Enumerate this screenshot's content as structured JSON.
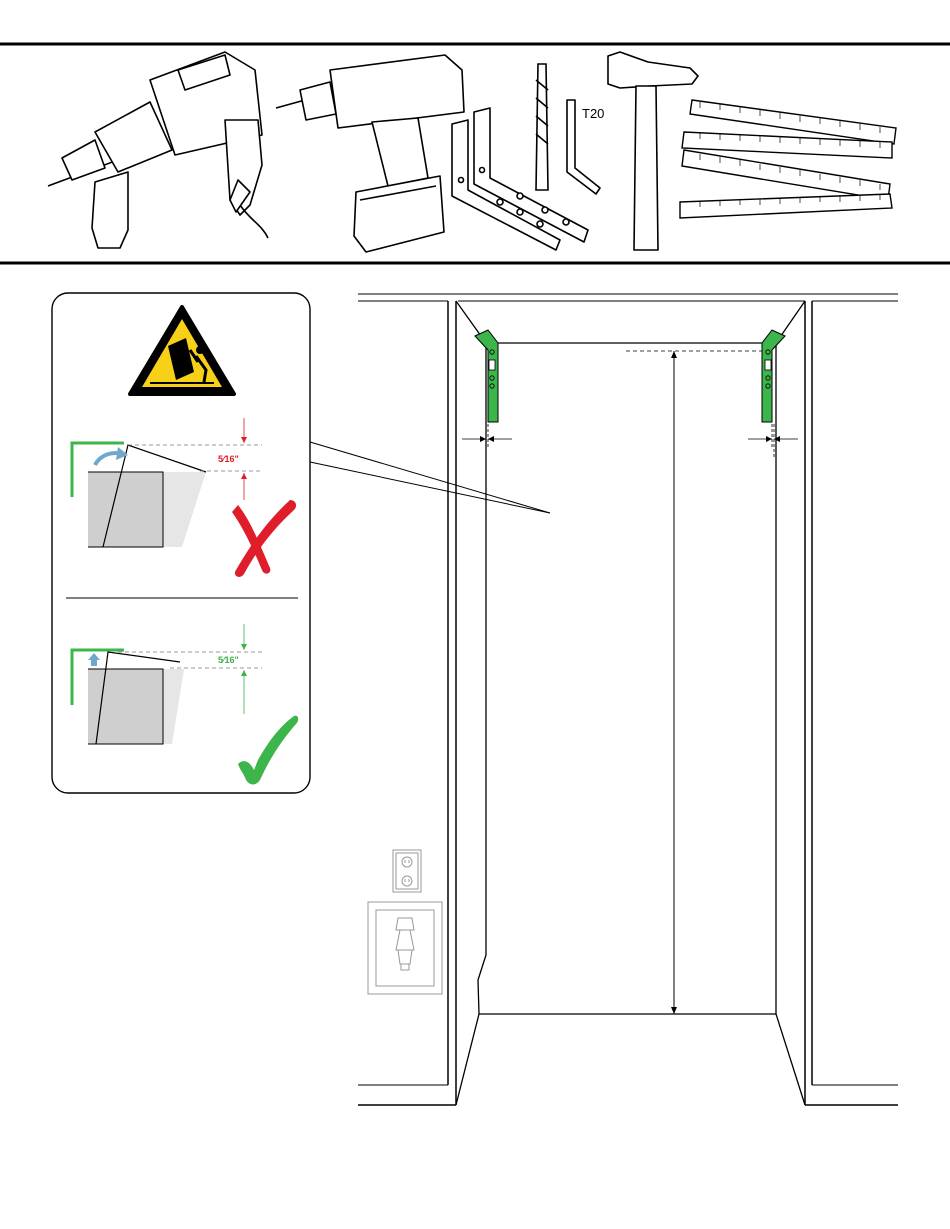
{
  "tools_strip": {
    "torx_label": "T20",
    "tools": [
      "hammer-drill-icon",
      "cordless-drill-icon",
      "mounting-bracket-icon",
      "masonry-bit-icon",
      "torx-key-icon",
      "hammer-icon",
      "folding-ruler-icon"
    ]
  },
  "warning": {
    "icon": "tip-over-warning-icon",
    "wrong": {
      "gap_label": "5⁄16\"",
      "mark": "cross-mark-icon",
      "color": "#e01e2b"
    },
    "right": {
      "gap_label": "5⁄16\"",
      "mark": "check-mark-icon",
      "color": "#3cb54a"
    }
  },
  "colors": {
    "bracket": "#3cb54a",
    "arrow": "#6fa8c8",
    "warning_yellow": "#f7d117",
    "line": "#000000"
  },
  "scene": {
    "outlet": "wall-outlet-icon",
    "water_valve": "water-valve-icon"
  }
}
